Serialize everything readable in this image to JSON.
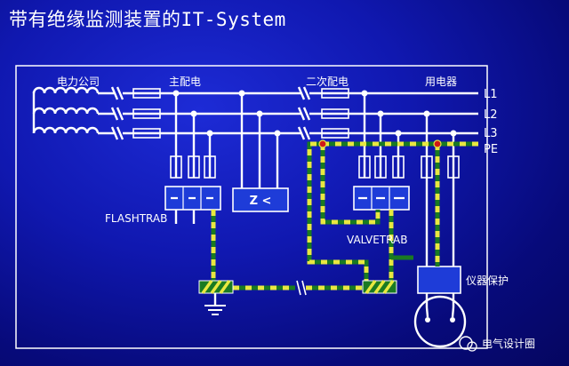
{
  "title": "带有绝缘监测装置的IT-System",
  "labels": {
    "utility": "电力公司",
    "main_distribution": "主配电",
    "secondary_distribution": "二次配电",
    "consumer": "用电器",
    "l1": "L1",
    "l2": "L2",
    "l3": "L3",
    "pe": "PE",
    "flashtrab": "FLASHTRAB",
    "valvetrab": "VALVETRAB",
    "monitor": "Z <",
    "device_protection": "仪器保护"
  },
  "watermark": "电气设计圈",
  "colors": {
    "background": "#1018b0",
    "wire": "#ffffff",
    "pe_green": "#1a7a22",
    "pe_yellow": "#e8e840",
    "protector": "#1e3cd8",
    "node_red": "#d01818"
  }
}
